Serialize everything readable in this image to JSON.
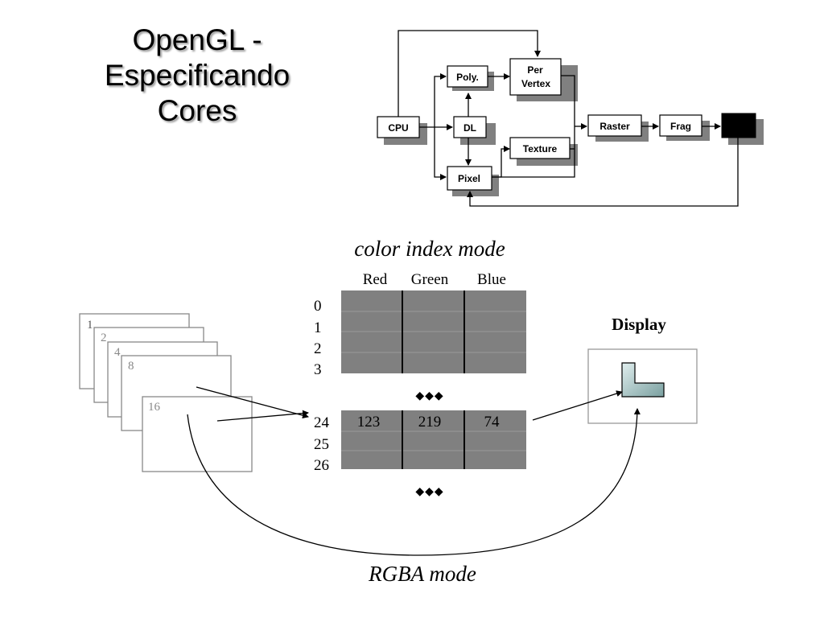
{
  "title": {
    "line1": "OpenGL -",
    "line2": "Especificando",
    "line3": "Cores"
  },
  "pipeline": {
    "cpu": "CPU",
    "dl": "DL",
    "poly": "Poly.",
    "per_vertex_line1": "Per",
    "per_vertex_line2": "Vertex",
    "texture": "Texture",
    "pixel": "Pixel",
    "raster": "Raster",
    "frag": "Frag"
  },
  "color_index_mode": {
    "label": "color index mode",
    "columns": [
      "Red",
      "Green",
      "Blue"
    ],
    "indices_top": [
      "0",
      "1",
      "2",
      "3"
    ],
    "indices_bottom": [
      "24",
      "25",
      "26"
    ],
    "row24_values": [
      "123",
      "219",
      "74"
    ],
    "ellipsis": "◆◆◆"
  },
  "bitplanes": [
    "1",
    "2",
    "4",
    "8",
    "16"
  ],
  "display_label": "Display",
  "rgba_mode_label": "RGBA mode",
  "colors": {
    "table_fill": "#808080",
    "shadow": "#808080",
    "framebuffer": "#000000",
    "l_shape_light": "#e0eeee",
    "l_shape_dark": "#7aa0a0"
  }
}
